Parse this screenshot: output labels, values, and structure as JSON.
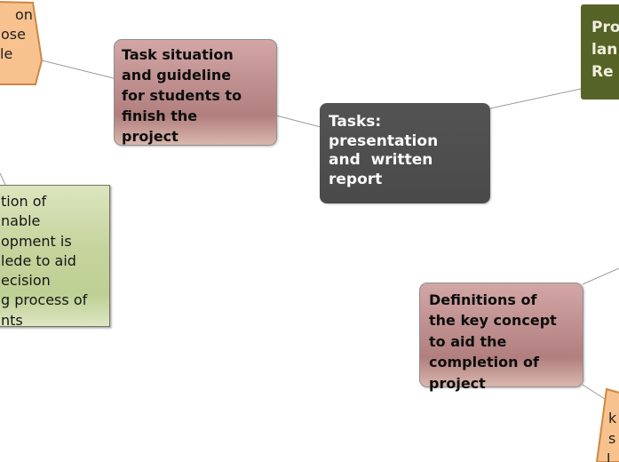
{
  "colors": {
    "background": "#ffffff",
    "pink_node": "#c09090",
    "dark_node": "#4d4d4d",
    "olive_node": "#556326",
    "light_green_node": "#c9d8a2",
    "orange_node": "#f8c28f",
    "orange_border": "#cd8742",
    "connector": "#9b9b9b"
  },
  "nodes": {
    "intro_fragment": {
      "lines": [
        "on",
        "ose",
        "le"
      ]
    },
    "task_situation": {
      "lines": [
        "Task situation",
        "and guideline",
        "for students to",
        "finish the",
        "project"
      ]
    },
    "tasks_center": {
      "lines": [
        "Tasks:",
        "presentation",
        "and  written",
        "report"
      ]
    },
    "project_language_fragment": {
      "lines": [
        "Pro",
        "lan",
        "Re"
      ]
    },
    "definition_fragment": {
      "lines": [
        "tion of",
        "nable",
        "opment is",
        "lede to aid",
        "ecision",
        "g process of",
        "nts"
      ]
    },
    "definitions_key_concept": {
      "lines": [
        "Definitions of",
        "the key concept",
        "to aid the",
        "completion of",
        "project"
      ]
    },
    "key_fragment": {
      "lines": [
        "k",
        "s",
        "l"
      ]
    }
  }
}
